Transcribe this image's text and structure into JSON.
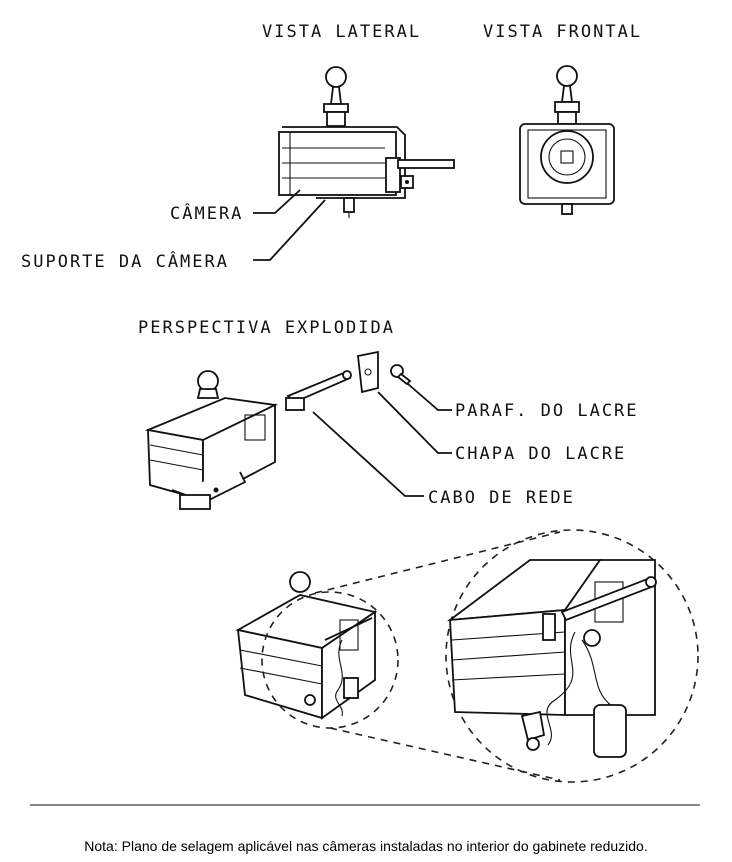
{
  "labels": {
    "vista_lateral": "VISTA LATERAL",
    "vista_frontal": "VISTA FRONTAL",
    "camera": "CÂMERA",
    "suporte": "SUPORTE DA CÂMERA",
    "perspectiva": "PERSPECTIVA EXPLODIDA",
    "paraf": "PARAF. DO LACRE",
    "chapa": "CHAPA DO LACRE",
    "cabo": "CABO DE REDE"
  },
  "note": "Nota: Plano de selagem aplicável nas câmeras instaladas no interior do gabinete reduzido."
}
